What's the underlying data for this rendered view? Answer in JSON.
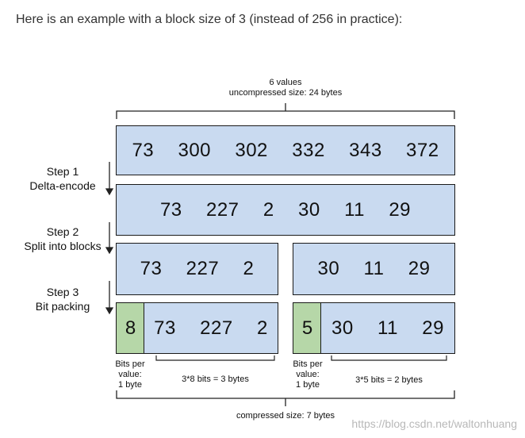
{
  "intro": "Here is an example with a block size of 3 (instead of 256 in practice):",
  "top_label": {
    "line1": "6 values",
    "line2": "uncompressed size: 24 bytes"
  },
  "rows": {
    "original": "73  300  302  332  343  372",
    "delta": "73  227  2  30  11  29",
    "block_a": "73  227  2",
    "block_b": "30  11  29",
    "packed_a": {
      "bits": "8",
      "values": "73  227  2"
    },
    "packed_b": {
      "bits": "5",
      "values": "30  11  29"
    }
  },
  "steps": [
    {
      "title": "Step 1",
      "desc": "Delta-encode"
    },
    {
      "title": "Step 2",
      "desc": "Split into blocks"
    },
    {
      "title": "Step 3",
      "desc": "Bit packing"
    }
  ],
  "bottom_labels": {
    "bits_per_value_a": {
      "l1": "Bits per",
      "l2": "value:",
      "l3": "1 byte"
    },
    "bits_a": "3*8 bits = 3 bytes",
    "bits_per_value_b": {
      "l1": "Bits per",
      "l2": "value:",
      "l3": "1 byte"
    },
    "bits_b": "3*5 bits = 2 bytes",
    "compressed": "compressed size: 7 bytes"
  },
  "watermark": "https://blog.csdn.net/waltonhuang",
  "colors": {
    "blue_box": "#c9daf0",
    "green_box": "#b6d7a8",
    "border": "#1a1a1a"
  }
}
